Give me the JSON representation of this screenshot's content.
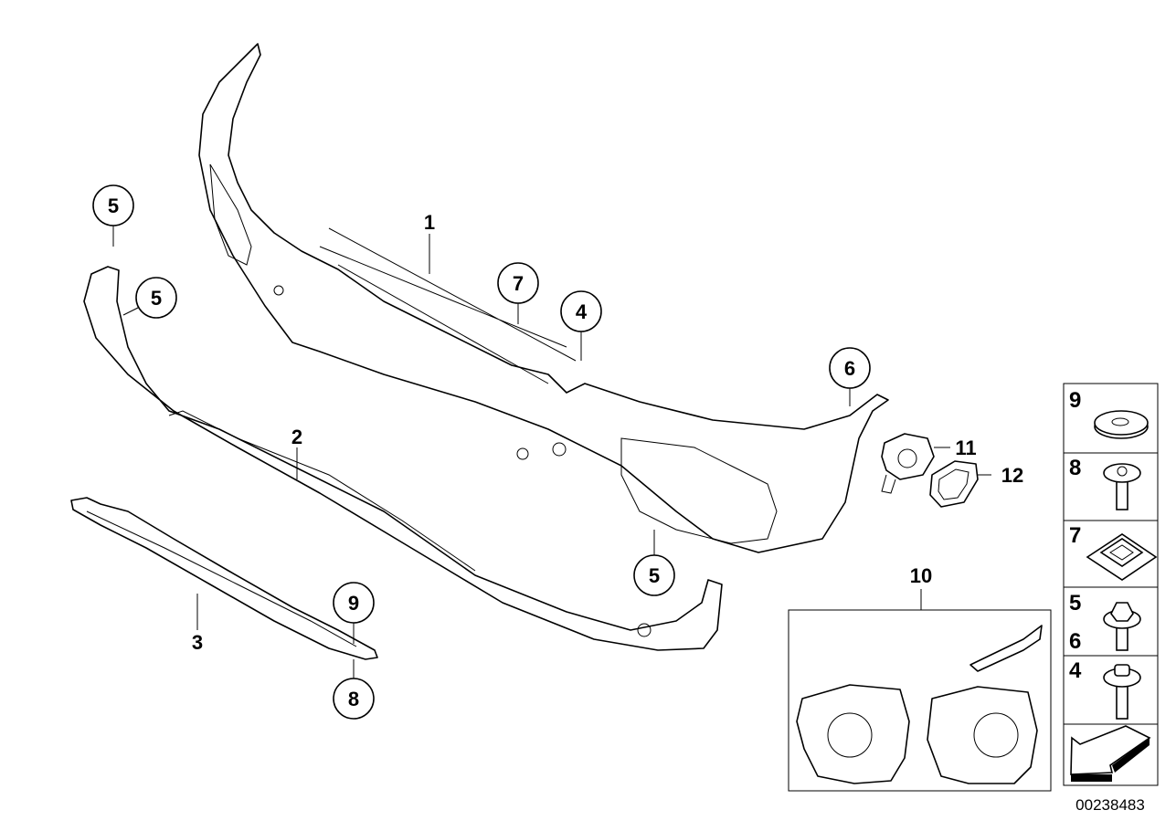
{
  "diagram": {
    "callouts_circled": [
      "5",
      "5",
      "7",
      "4",
      "6",
      "5",
      "9",
      "8"
    ],
    "callouts_plain": [
      "1",
      "2",
      "3",
      "11",
      "12",
      "10"
    ],
    "legend_panel": {
      "rows": [
        {
          "labels": [
            "9"
          ],
          "icon": "washer-icon"
        },
        {
          "labels": [
            "8"
          ],
          "icon": "torx-screw-icon"
        },
        {
          "labels": [
            "7"
          ],
          "icon": "square-nut-clip-icon"
        },
        {
          "labels": [
            "5",
            "6"
          ],
          "icon": "hex-collar-screw-icon"
        },
        {
          "labels": [
            "4"
          ],
          "icon": "hex-screw-long-icon"
        },
        {
          "labels": [],
          "icon": "direction-arrow-icon"
        }
      ]
    },
    "diagram_id": "00238483"
  }
}
